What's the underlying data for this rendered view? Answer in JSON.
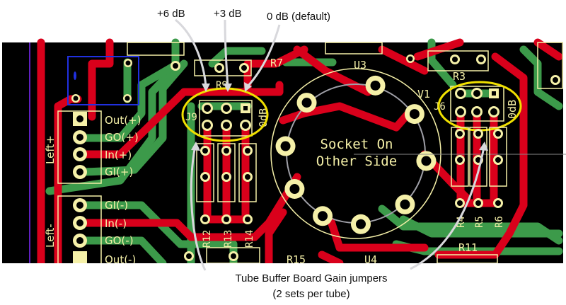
{
  "annotations": {
    "plus6": "+6 dB",
    "plus3": "+3 dB",
    "zero": "0 dB (default)",
    "caption_line1": "Tube Buffer Board Gain jumpers",
    "caption_line2": "(2 sets per tube)"
  },
  "pcb": {
    "socket_line1": "Socket On",
    "socket_line2": "Other Side",
    "refs": {
      "j9": "J9",
      "j6": "J6",
      "j9_0db": "0dB",
      "j6_0db": "0dB",
      "r7": "R7",
      "r9": "R9",
      "r3": "R3",
      "u3": "U3",
      "v1": "V1",
      "r12": "R12",
      "r13": "R13",
      "r14": "R14",
      "r4": "R4",
      "r5": "R5",
      "r6": "R6",
      "r11": "R11",
      "r15": "R15",
      "u4": "U4"
    },
    "left_plus": {
      "title": "Left+",
      "pins": [
        "Out(+)",
        "GO(+)",
        "In(+)",
        "GI(+)"
      ]
    },
    "left_minus": {
      "title": "Left-",
      "pins": [
        "GI(-)",
        "In(-)",
        "GO(-)",
        "Out(-)"
      ]
    }
  },
  "colors": {
    "board": "#000000",
    "top_copper": "#d9001b",
    "bottom_copper": "#3c9a4a",
    "silk": "#f5f0a8",
    "highlight": "#f0e000"
  }
}
